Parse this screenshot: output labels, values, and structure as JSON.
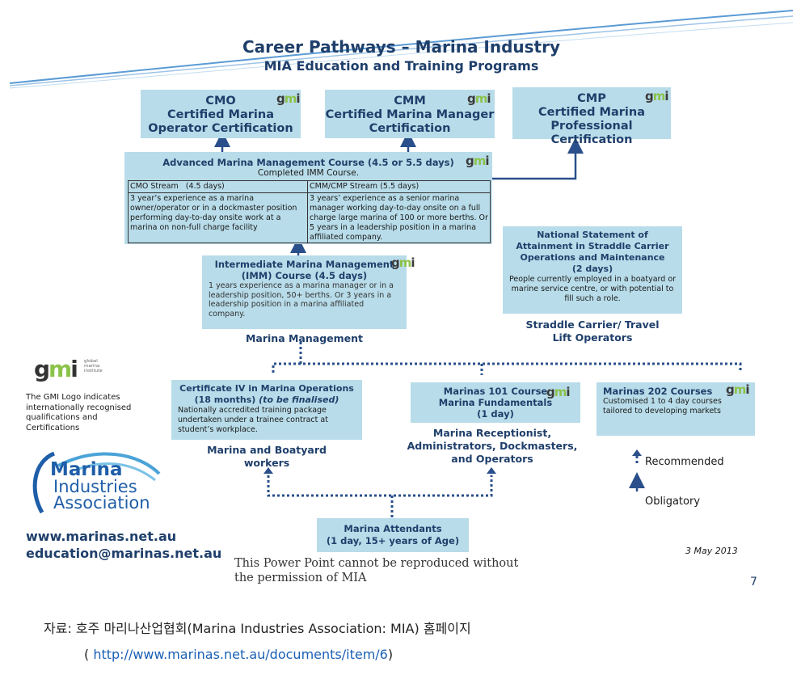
{
  "title": "Career Pathways – Marina Industry",
  "subtitle": "MIA Education and Training Programs",
  "gmi_mark": "gmi",
  "certs": [
    {
      "code": "CMO",
      "line1": "Certified Marina",
      "line2": "Operator Certification"
    },
    {
      "code": "CMM",
      "line1": "Certified Marina Manager",
      "line2": "Certification"
    },
    {
      "code": "CMP",
      "line1": "Certified Marina",
      "line2": "Professional Certification"
    }
  ],
  "amm": {
    "title": "Advanced Marina Management Course (4.5 or 5.5 days)",
    "prereq": "Completed IMM Course.",
    "cmo_head": "CMO Stream",
    "cmo_days": "(4.5 days)",
    "cmo_text": "3 year’s experience as a marina owner/operator or in a dockmaster position performing day-to-day onsite work at a marina on non-full charge facility",
    "cmm_head": "CMM/CMP Stream (5.5 days)",
    "cmm_text": "3 years’ experience as a senior marina manager working day-to-day onsite on a full charge  large marina of 100 or more berths. Or 5 years in a leadership position in a marina affiliated company."
  },
  "imm": {
    "title1": "Intermediate Marina Management",
    "title2": "(IMM) Course (4.5 days)",
    "text": "1 years experience as a marina manager or in a leadership position, 50+ berths. Or 3 years in a leadership position in a marina affiliated company.",
    "label": "Marina Management"
  },
  "nsa": {
    "title": "National Statement of Attainment in Straddle Carrier Operations and Maintenance",
    "days": "(2 days)",
    "text": "People currently employed in a boatyard or marine service centre, or with potential to fill such a role.",
    "label1": "Straddle Carrier/ Travel",
    "label2": "Lift Operators"
  },
  "cert4": {
    "title": "Certificate IV in Marina Operations",
    "months": "(18 months)",
    "finalised": "(to be finalised)",
    "text": "Nationally accredited training package undertaken under a trainee contract at student’s workplace.",
    "label1": "Marina and Boatyard",
    "label2": "workers"
  },
  "m101": {
    "title1": "Marinas 101 Course",
    "title2": "Marina Fundamentals",
    "days": "(1 day)",
    "label1": "Marina Receptionist,",
    "label2": "Administrators, Dockmasters,",
    "label3": "and Operators"
  },
  "m202": {
    "title": "Marinas 202 Courses",
    "text": "Customised 1 to 4 day courses tailored to developing markets"
  },
  "attendants": {
    "title": "Marina Attendants",
    "sub": "(1 day, 15+ years of Age)"
  },
  "gmi_logo": {
    "tag1": "global",
    "tag2": "marina",
    "tag3": "institute",
    "note": "The GMI Logo indicates internationally recognised qualifications and Certifications"
  },
  "mia_logo": {
    "line1": "Marina",
    "line2": "Industries",
    "line3": "Association"
  },
  "contact": {
    "web": "www.marinas.net.au",
    "email": "education@marinas.net.au"
  },
  "legend": {
    "recommended": "Recommended",
    "obligatory": "Obligatory"
  },
  "date": "3 May 2013",
  "notice": "This Power Point cannot be reproduced without the permission of MIA",
  "page_number": "7",
  "caption": {
    "line1": "자료: 호주 마리나산업협회(Marina Industries Association: MIA) 홈페이지",
    "line2_prefix": "( ",
    "url": "http://www.marinas.net.au/documents/item/6",
    "line2_suffix": ")"
  },
  "colors": {
    "box": "#b8dce9",
    "arrow": "#2a4f8a",
    "title": "#1f3f6b"
  }
}
